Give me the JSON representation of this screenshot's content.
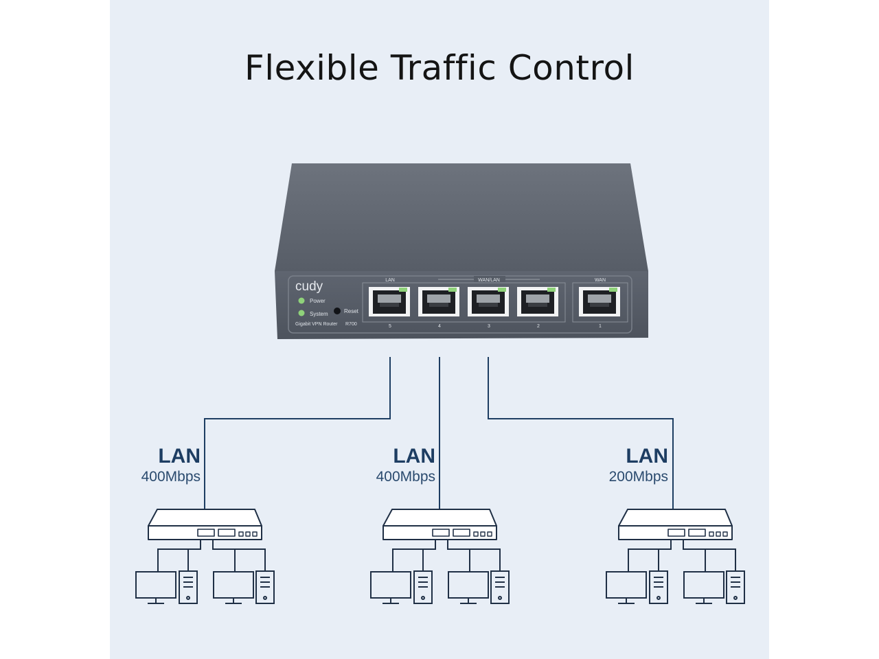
{
  "title": "Flexible Traffic Control",
  "device": {
    "brand": "cudy",
    "model_text": "Gigabit VPN Router",
    "model_code": "R700",
    "leds": [
      "Power",
      "System"
    ],
    "reset_label": "Reset",
    "group_lan": "LAN",
    "group_wanlan": "WAN/LAN",
    "group_wan": "WAN",
    "port_numbers": [
      "5",
      "4",
      "3",
      "2",
      "1"
    ]
  },
  "branches": [
    {
      "kind": "LAN",
      "speed": "400Mbps"
    },
    {
      "kind": "LAN",
      "speed": "400Mbps"
    },
    {
      "kind": "LAN",
      "speed": "200Mbps"
    }
  ],
  "colors": {
    "background": "#e8eef6",
    "line": "#1d3d62",
    "device_body": "#5b616c",
    "led": "#8fd27a"
  },
  "icons": [
    "network-switch-icon",
    "monitor-icon",
    "pc-tower-icon"
  ]
}
